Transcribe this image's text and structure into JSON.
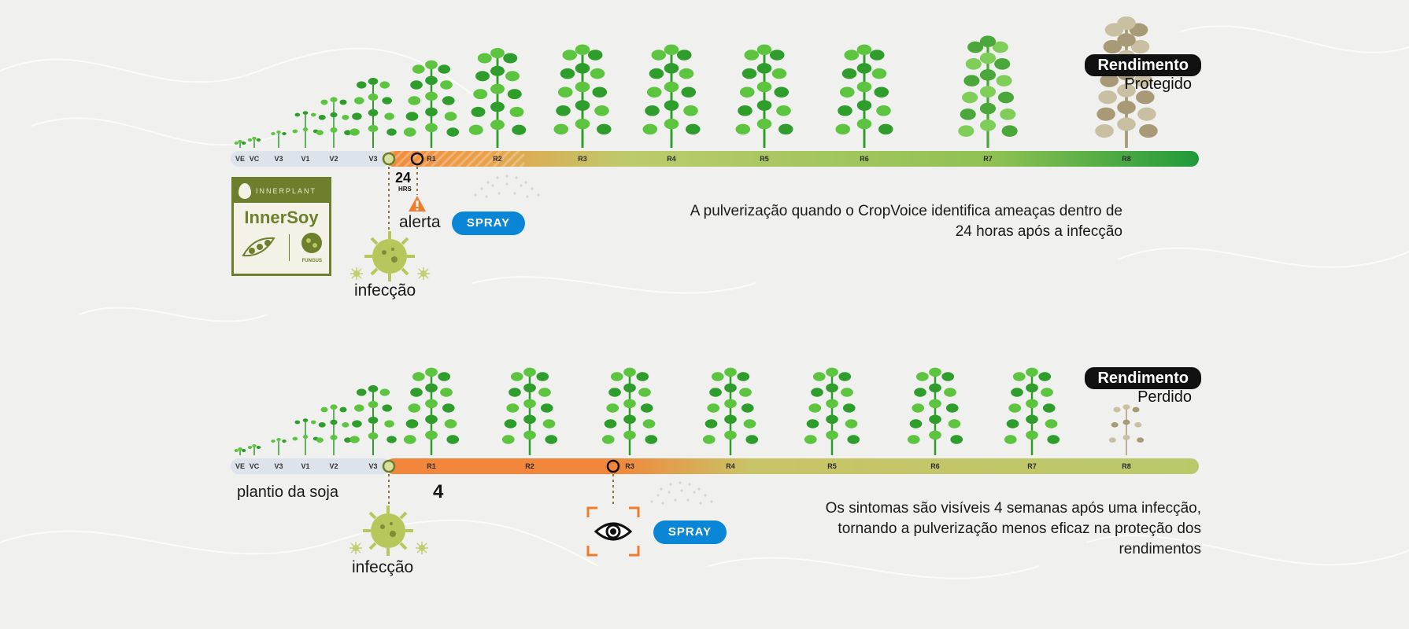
{
  "brand": {
    "company": "INNERPLANT",
    "product": "InnerSoy",
    "badge": "FUNGUS"
  },
  "colors": {
    "pale_track": "#dce3ea",
    "orange": "#f28a3c",
    "green_light": "#b9c96a",
    "green_dark": "#1f9a3a",
    "spray_blue": "#0a86d6",
    "alert_orange": "#f07b2a"
  },
  "top": {
    "stages": [
      "VE",
      "VC",
      "V3",
      "V1",
      "V2",
      "V3",
      "R1",
      "R2",
      "R3",
      "R4",
      "R5",
      "R6",
      "R7",
      "R8"
    ],
    "result_title": "Rendimento",
    "result_subtitle": "Protegido",
    "hours_value": "24",
    "hours_unit": "HRS",
    "alert_label": "alerta",
    "spray_label": "SPRAY",
    "infection_label": "infecção",
    "caption_line1": "A pulverização quando o CropVoice identifica ameaças dentro de",
    "caption_line2": "24 horas após a infecção"
  },
  "bottom": {
    "stages": [
      "VE",
      "VC",
      "V3",
      "V1",
      "V2",
      "V3",
      "R1",
      "R2",
      "R3",
      "R4",
      "R5",
      "R6",
      "R7",
      "R8"
    ],
    "result_title": "Rendimento",
    "result_subtitle": "Perdido",
    "planting_label": "plantio da soja",
    "weeks_value": "4",
    "spray_label": "SPRAY",
    "infection_label": "infecção",
    "caption_line1": "Os sintomas são visíveis 4 semanas após uma infecção,",
    "caption_line2": "tornando a pulverização menos eficaz na proteção dos",
    "caption_line3": "rendimentos"
  }
}
